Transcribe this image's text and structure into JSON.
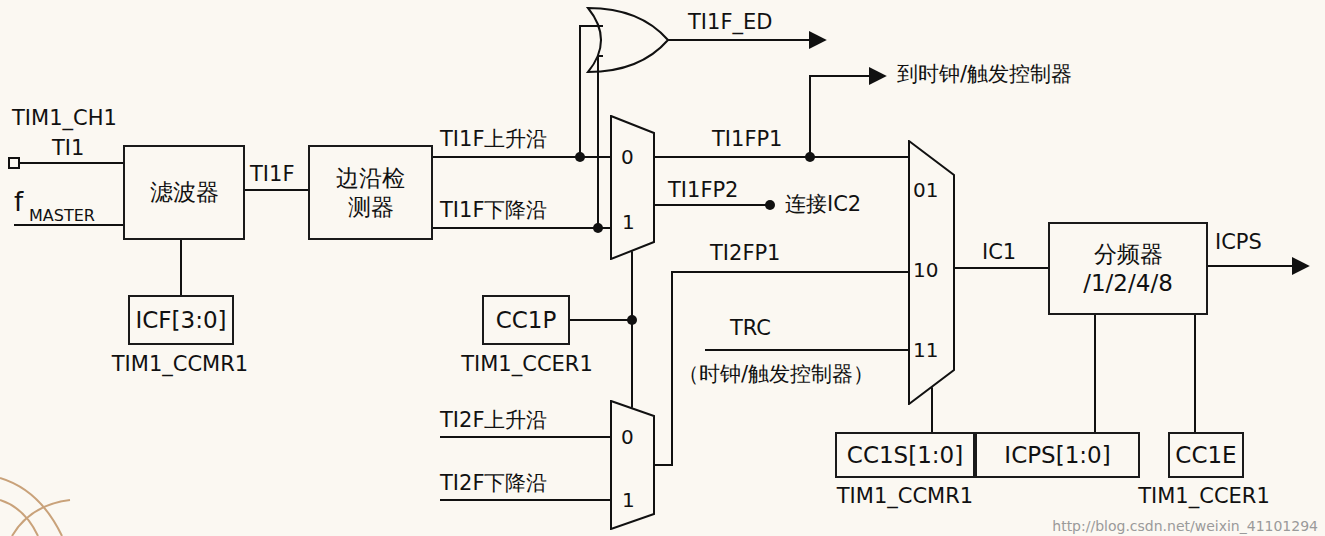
{
  "diagram": {
    "nodes": [
      {
        "text": [
          "滤波器"
        ]
      },
      {
        "text": [
          "ICF[3:0]"
        ]
      },
      {
        "text": [
          "边沿检测器"
        ]
      },
      {
        "text": [
          "0",
          "1"
        ]
      },
      {
        "text": [
          "CC1P"
        ]
      },
      {
        "text": [
          "0",
          "1"
        ]
      },
      {
        "text": [
          "01",
          "10",
          "11"
        ]
      },
      {
        "text": [
          "分频器",
          "/1/2/4/8"
        ]
      },
      {
        "text": [
          "CC1S[1:0]"
        ]
      },
      {
        "text": [
          "ICPS[1:0]"
        ]
      },
      {
        "text": [
          "CC1E"
        ]
      }
    ],
    "edges": [
      {
        "from": 0,
        "to": 2,
        "label": "TI1F",
        "arrow": "none"
      },
      {
        "from": 1,
        "to": 0,
        "arrow": "none"
      },
      {
        "from": 2,
        "to": 3,
        "label": "TI1F上升沿",
        "arrow": "none"
      },
      {
        "from": 2,
        "to": 3,
        "label": "TI1F下降沿",
        "arrow": "none"
      },
      {
        "from": 4,
        "to": 3,
        "arrow": "none"
      },
      {
        "from": 4,
        "to": 5,
        "arrow": "none"
      },
      {
        "from": 3,
        "to": 6,
        "label": "TI1FP1",
        "arrow": "none"
      },
      {
        "from": 5,
        "to": 6,
        "label": "TI2FP1",
        "arrow": "none"
      },
      {
        "from": 6,
        "to": 7,
        "label": "IC1",
        "arrow": "none"
      },
      {
        "from": 8,
        "to": 6,
        "arrow": "none"
      },
      {
        "from": 9,
        "to": 7,
        "arrow": "none"
      },
      {
        "from": 10,
        "to": 7,
        "arrow": "none"
      }
    ],
    "labels": [
      "TIM1_CH1",
      "TI1",
      "f",
      "MASTER",
      "TIM1_CCMR1",
      "TI1F_ED",
      "到时钟/触发控制器",
      "TI1FP2",
      "连接IC2",
      "TIM1_CCER1",
      "TI2F上升沿",
      "TI2F下降沿",
      "TRC",
      "（时钟/触发控制器）",
      "ICPS",
      "TIM1_CCMR1",
      "TIM1_CCER1",
      "http://blog.csdn.net/weixin_41101294"
    ]
  }
}
